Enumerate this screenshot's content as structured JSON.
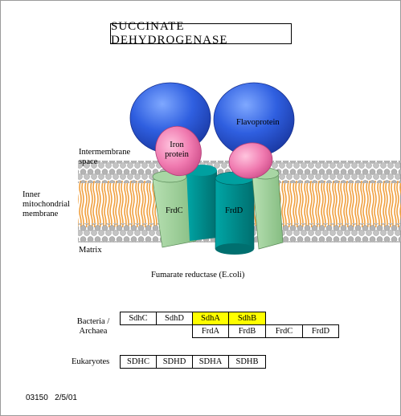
{
  "title": "SUCCINATE DEHYDROGENASE",
  "labels": {
    "intermembrane": [
      "Intermembrane",
      "space"
    ],
    "inner_membrane": [
      "Inner",
      "mitochondrial",
      "membrane"
    ],
    "matrix": "Matrix",
    "caption": "Fumarate reductase (E.coli)",
    "iron_protein": [
      "Iron",
      "protein"
    ],
    "flavoprotein": "Flavoprotein",
    "frdc": "FrdC",
    "frdd": "FrdD"
  },
  "table": {
    "bacteria_label": [
      "Bacteria /",
      "Archaea"
    ],
    "eukaryotes_label": "Eukaryotes",
    "bacteria_row": [
      "SdhC",
      "SdhD",
      "SdhA",
      "SdhB"
    ],
    "highlighted": [
      false,
      false,
      true,
      true
    ],
    "frd_row": [
      "FrdA",
      "FrdB",
      "FrdC",
      "FrdD"
    ],
    "eukaryote_row": [
      "SDHC",
      "SDHD",
      "SDHA",
      "SDHB"
    ]
  },
  "footer": "03150   2/5/01",
  "colors": {
    "flavoprotein_blue": "#2f5fe0",
    "iron_protein_pink": "#f07ab0",
    "frdc_green": "#9ccf98",
    "frdd_teal": "#008f8f",
    "lipid_orange": "#f0a040",
    "lipid_head_gray": "#b4b4b4",
    "highlight_yellow": "#ffff00"
  }
}
